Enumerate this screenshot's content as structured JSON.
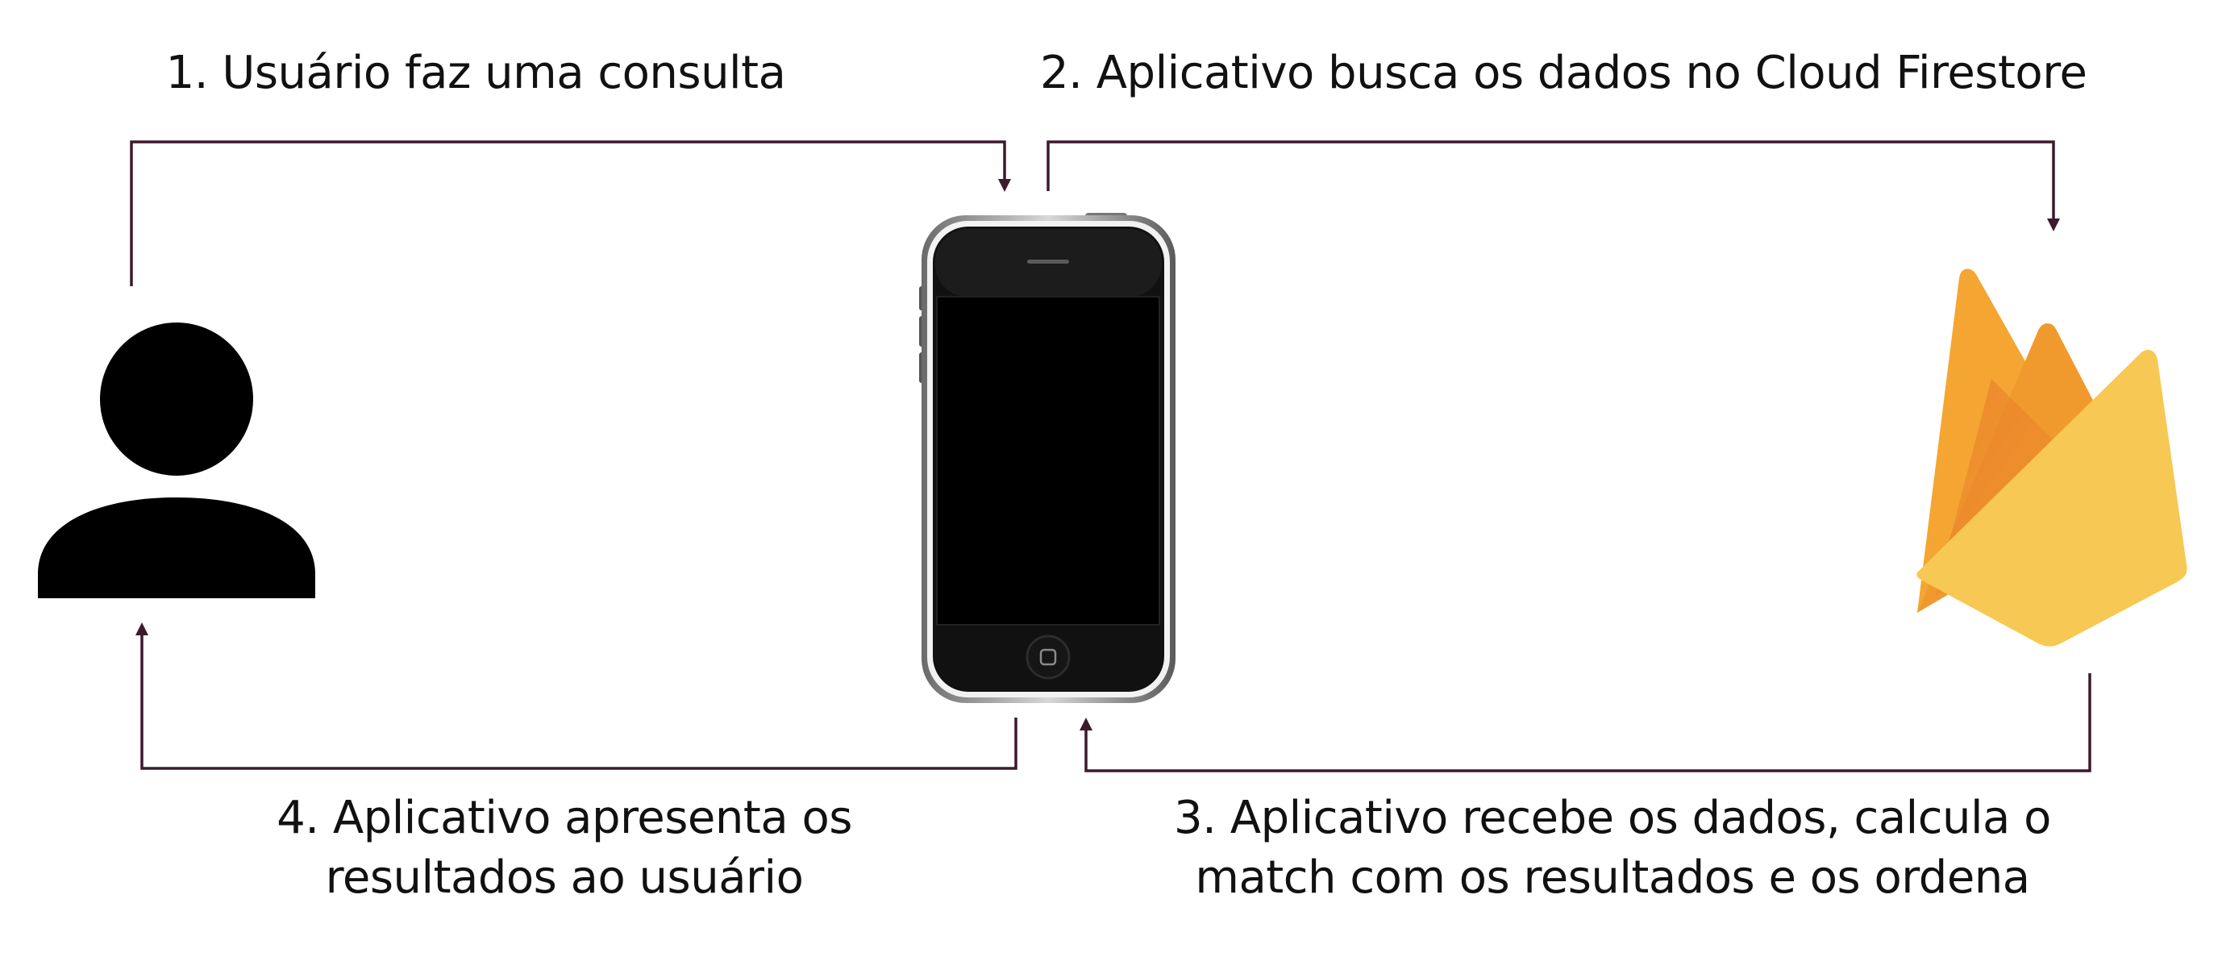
{
  "diagram": {
    "steps": [
      {
        "id": "step1",
        "text": "1. Usuário faz uma consulta"
      },
      {
        "id": "step2",
        "text": "2. Aplicativo busca os dados no Cloud Firestore"
      },
      {
        "id": "step3",
        "lines": [
          "3. Aplicativo recebe os dados, calcula o",
          "match com os resultados e os ordena"
        ]
      },
      {
        "id": "step4",
        "lines": [
          "4. Aplicativo apresenta os",
          "resultados ao usuário"
        ]
      }
    ],
    "nodes": {
      "user": {
        "icon": "user-icon"
      },
      "phone": {
        "icon": "smartphone-icon"
      },
      "firebase": {
        "icon": "firebase-icon"
      }
    },
    "colors": {
      "connector": "#3d1a2c",
      "user_icon": "#000000",
      "firebase_dark": "#f4a532",
      "firebase_mid": "#ef8e31",
      "firebase_light": "#f7c853"
    }
  }
}
